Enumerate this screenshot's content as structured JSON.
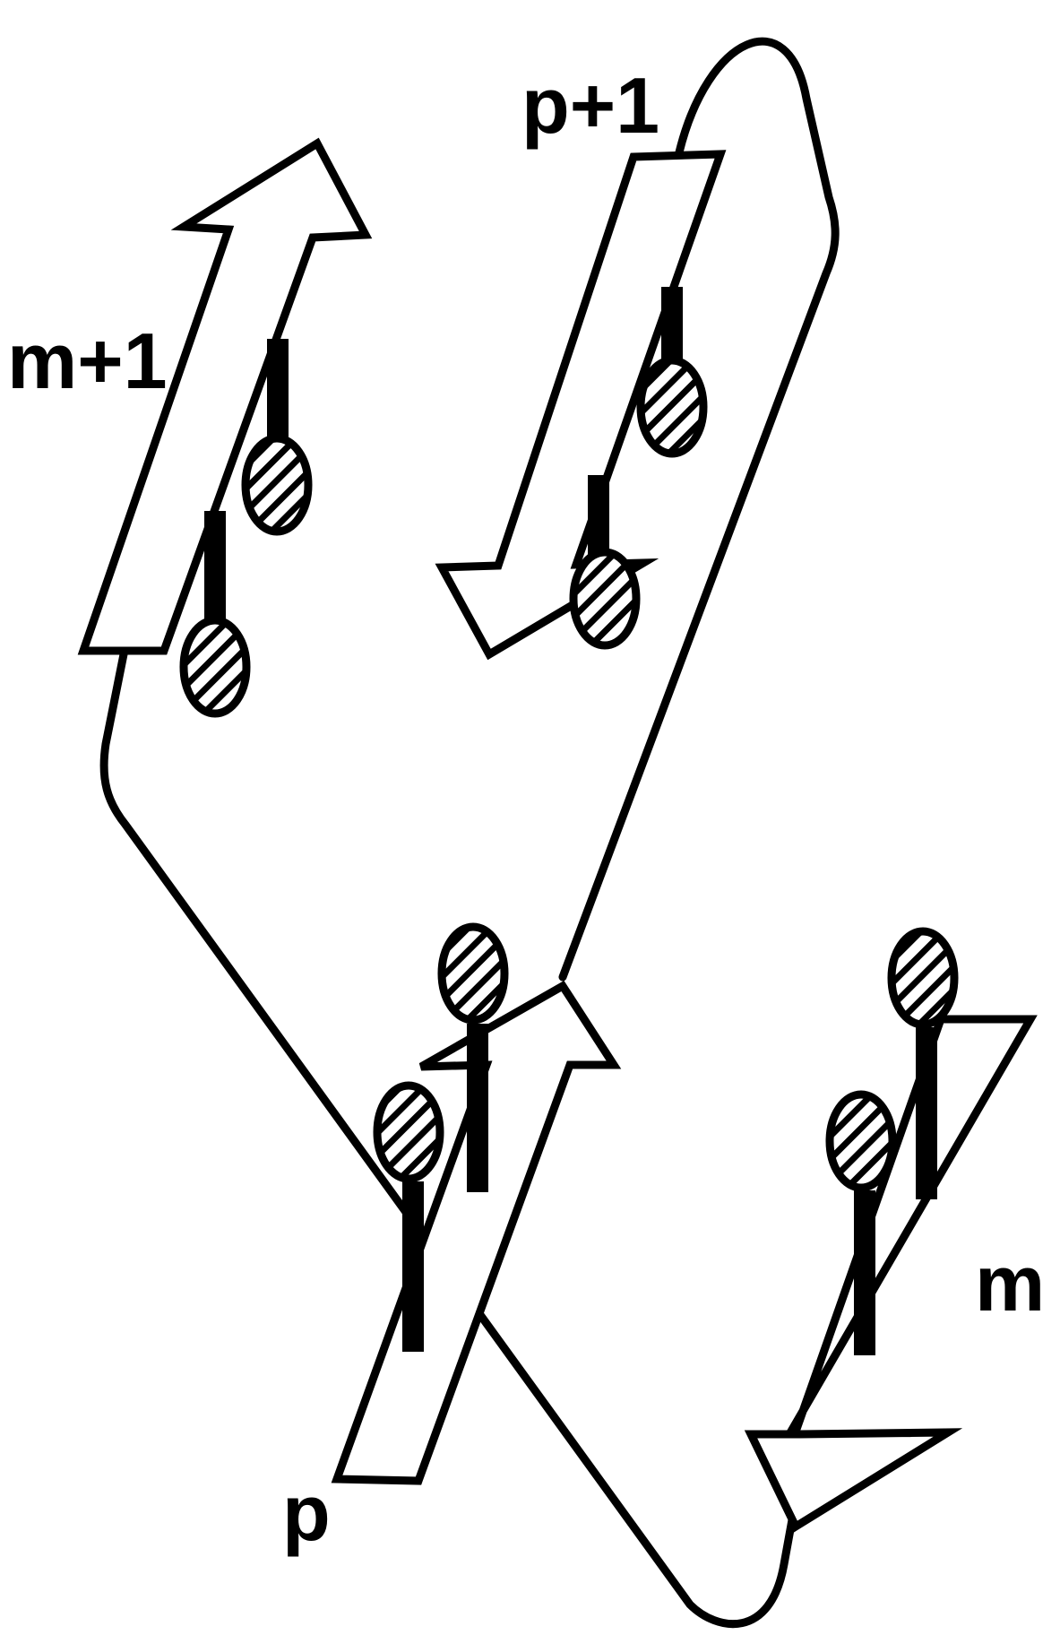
{
  "labels": {
    "top_right_strand": "p+1",
    "top_left_strand": "m+1",
    "bottom_left_strand": "p",
    "bottom_right_strand": "m"
  },
  "colors": {
    "stroke": "#000000",
    "fill": "#ffffff"
  }
}
